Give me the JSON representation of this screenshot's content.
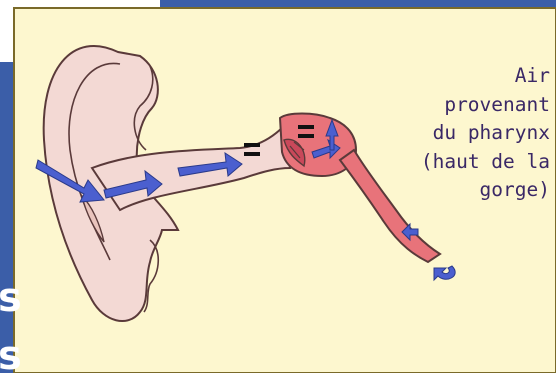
{
  "colors": {
    "panel_background": "#fdf7cf",
    "frame_blue": "#3b5ea8",
    "ear_skin": "#f3d9d4",
    "ear_outline": "#5a3a3a",
    "eustachian_tube": "#e8737a",
    "arrow_blue": "#4b5fcf",
    "caption_text": "#3a2866"
  },
  "icons": {
    "air_flow_arrows": "arrow-right-icon",
    "pressure_equal_signs": "equals-sign-icon"
  },
  "caption": {
    "lines": [
      "Air",
      "provenant",
      "du pharynx",
      "(haut de la",
      "gorge)"
    ]
  },
  "pressure_markers": [
    "=",
    "="
  ],
  "side_label": {
    "glyphs": [
      "s",
      "s"
    ]
  }
}
